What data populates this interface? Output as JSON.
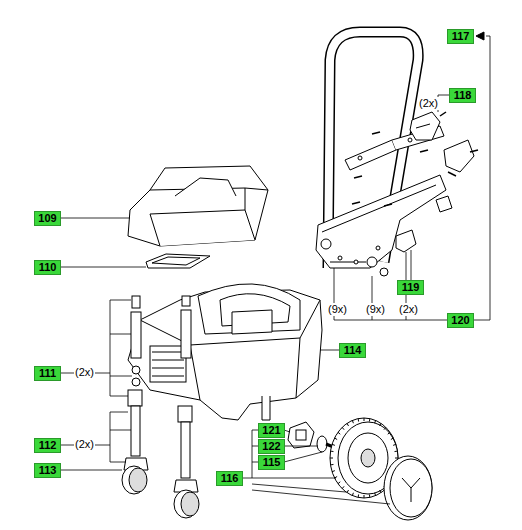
{
  "diagram": {
    "nodes": [
      {
        "text": [
          "117"
        ]
      },
      {
        "text": [
          "118"
        ]
      },
      {
        "text": [
          "109"
        ]
      },
      {
        "text": [
          "110"
        ]
      },
      {
        "text": [
          "119"
        ]
      },
      {
        "text": [
          "120"
        ]
      },
      {
        "text": [
          "114"
        ]
      },
      {
        "text": [
          "111"
        ]
      },
      {
        "text": [
          "121"
        ]
      },
      {
        "text": [
          "112"
        ]
      },
      {
        "text": [
          "122"
        ]
      },
      {
        "text": [
          "115"
        ]
      },
      {
        "text": [
          "113"
        ]
      },
      {
        "text": [
          "116"
        ]
      }
    ],
    "edges": [],
    "labels": [
      "(2x)",
      "(9x)",
      "(9x)",
      "(2x)",
      "(2x)",
      "(2x)"
    ]
  }
}
